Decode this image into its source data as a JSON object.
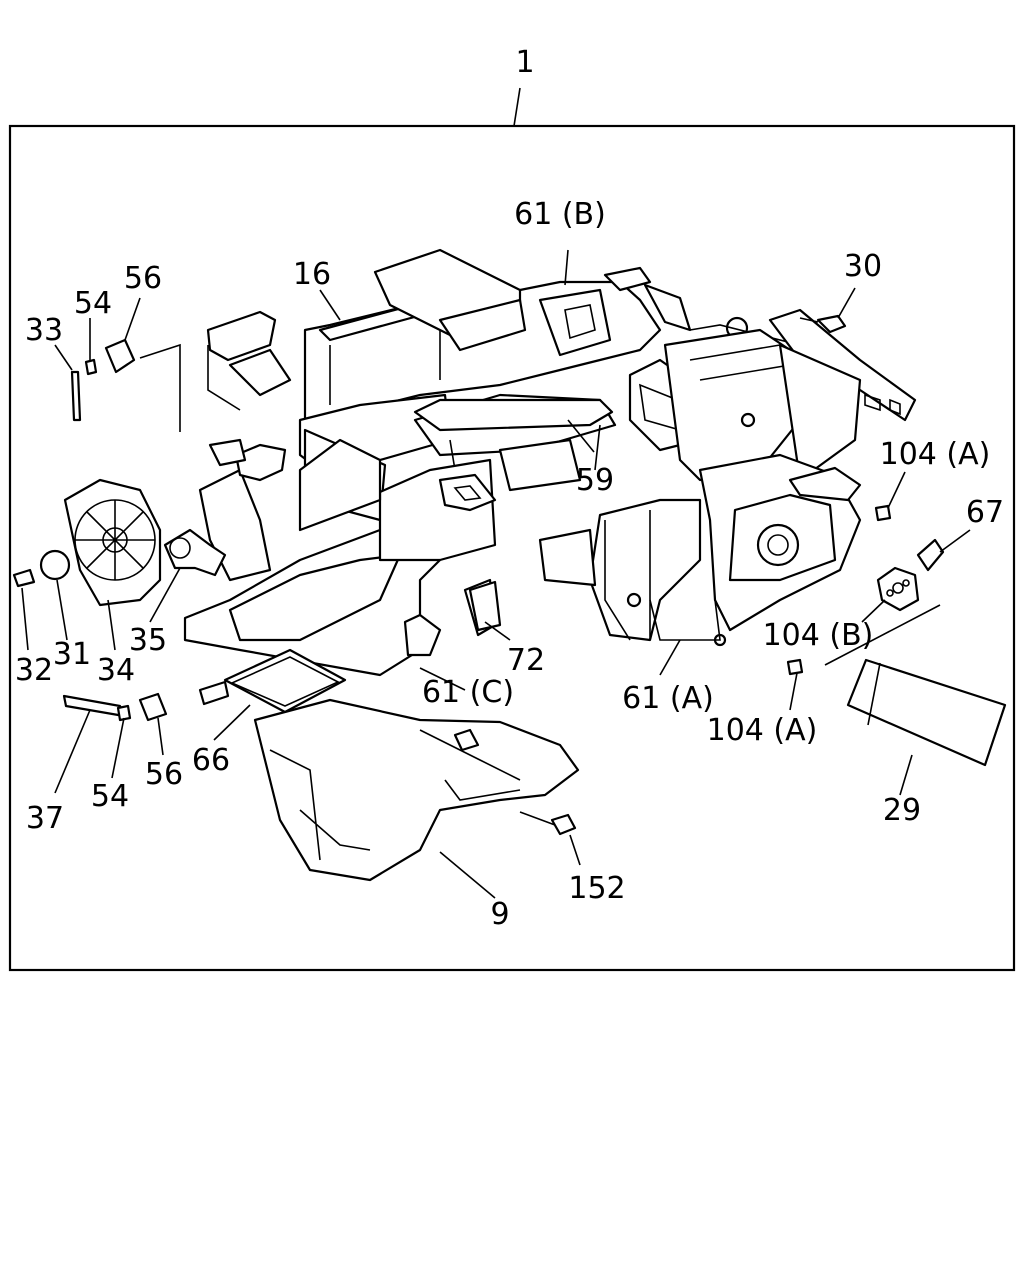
{
  "diagram": {
    "assembly_label": "1",
    "callouts": {
      "c16": "16",
      "c61b": "61 (B)",
      "c30": "30",
      "c33": "33",
      "c54a": "54",
      "c56a": "56",
      "c104a1": "104 (A)",
      "c67": "67",
      "c59": "59",
      "c32": "32",
      "c31": "31",
      "c34": "34",
      "c35": "35",
      "c72": "72",
      "c104b": "104 (B)",
      "c61c": "61 (C)",
      "c61a": "61 (A)",
      "c104a2": "104 (A)",
      "c37": "37",
      "c54b": "54",
      "c56b": "56",
      "c66": "66",
      "c29": "29",
      "c152": "152",
      "c9": "9"
    }
  }
}
